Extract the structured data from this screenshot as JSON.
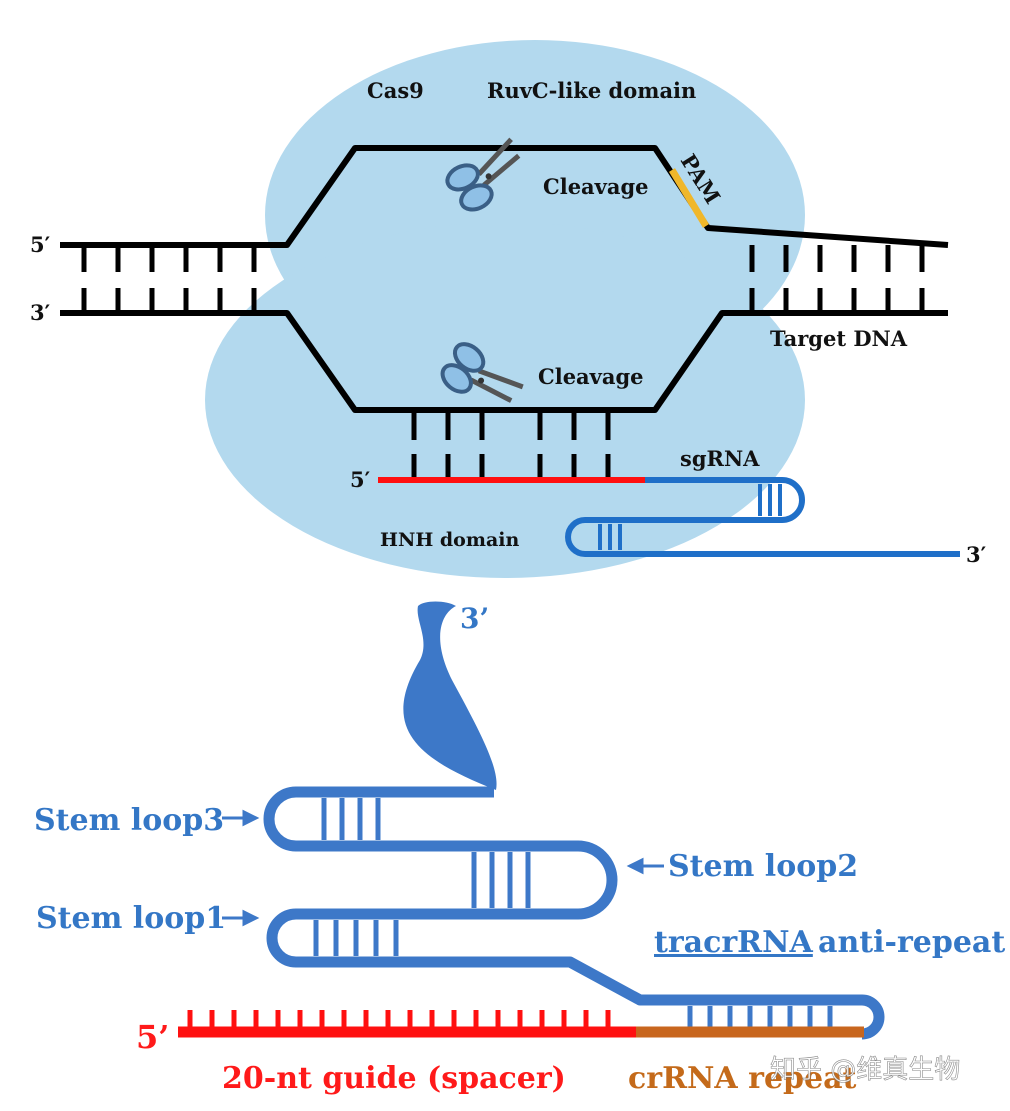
{
  "top_diagram": {
    "protein_label": "Cas9",
    "ruvc_label": "RuvC-like domain",
    "hnh_label": "HNH domain",
    "pam_label": "PAM",
    "cleavage_top_label": "Cleavage",
    "cleavage_bottom_label": "Cleavage",
    "target_dna_label": "Target DNA",
    "sgrna_label": "sgRNA",
    "five_prime_dna_label": "5′",
    "three_prime_dna_label": "3′",
    "five_prime_sgrna_label": "5′",
    "three_prime_sgrna_label": "3′"
  },
  "bottom_diagram": {
    "three_prime_label": "3’",
    "five_prime_label": "5’",
    "stem_loop3_label": "Stem loop3",
    "stem_loop2_label": "Stem loop2",
    "stem_loop1_label": "Stem loop1",
    "tracr_label": "tracrRNA",
    "anti_repeat_label": "anti-repeat",
    "guide_label": "20-nt guide (spacer)",
    "crrna_label": "crRNA repeat"
  },
  "watermark": "知乎 @维真生物",
  "colors": {
    "cas9_fill": "#b3d9ee",
    "dna": "#000000",
    "pam": "#f0b72a",
    "guide_red": "#ff1010",
    "sgrna_blue": "#1f6fc8",
    "rna_blue": "#3d78c8",
    "crrna_orange": "#c8661e"
  }
}
